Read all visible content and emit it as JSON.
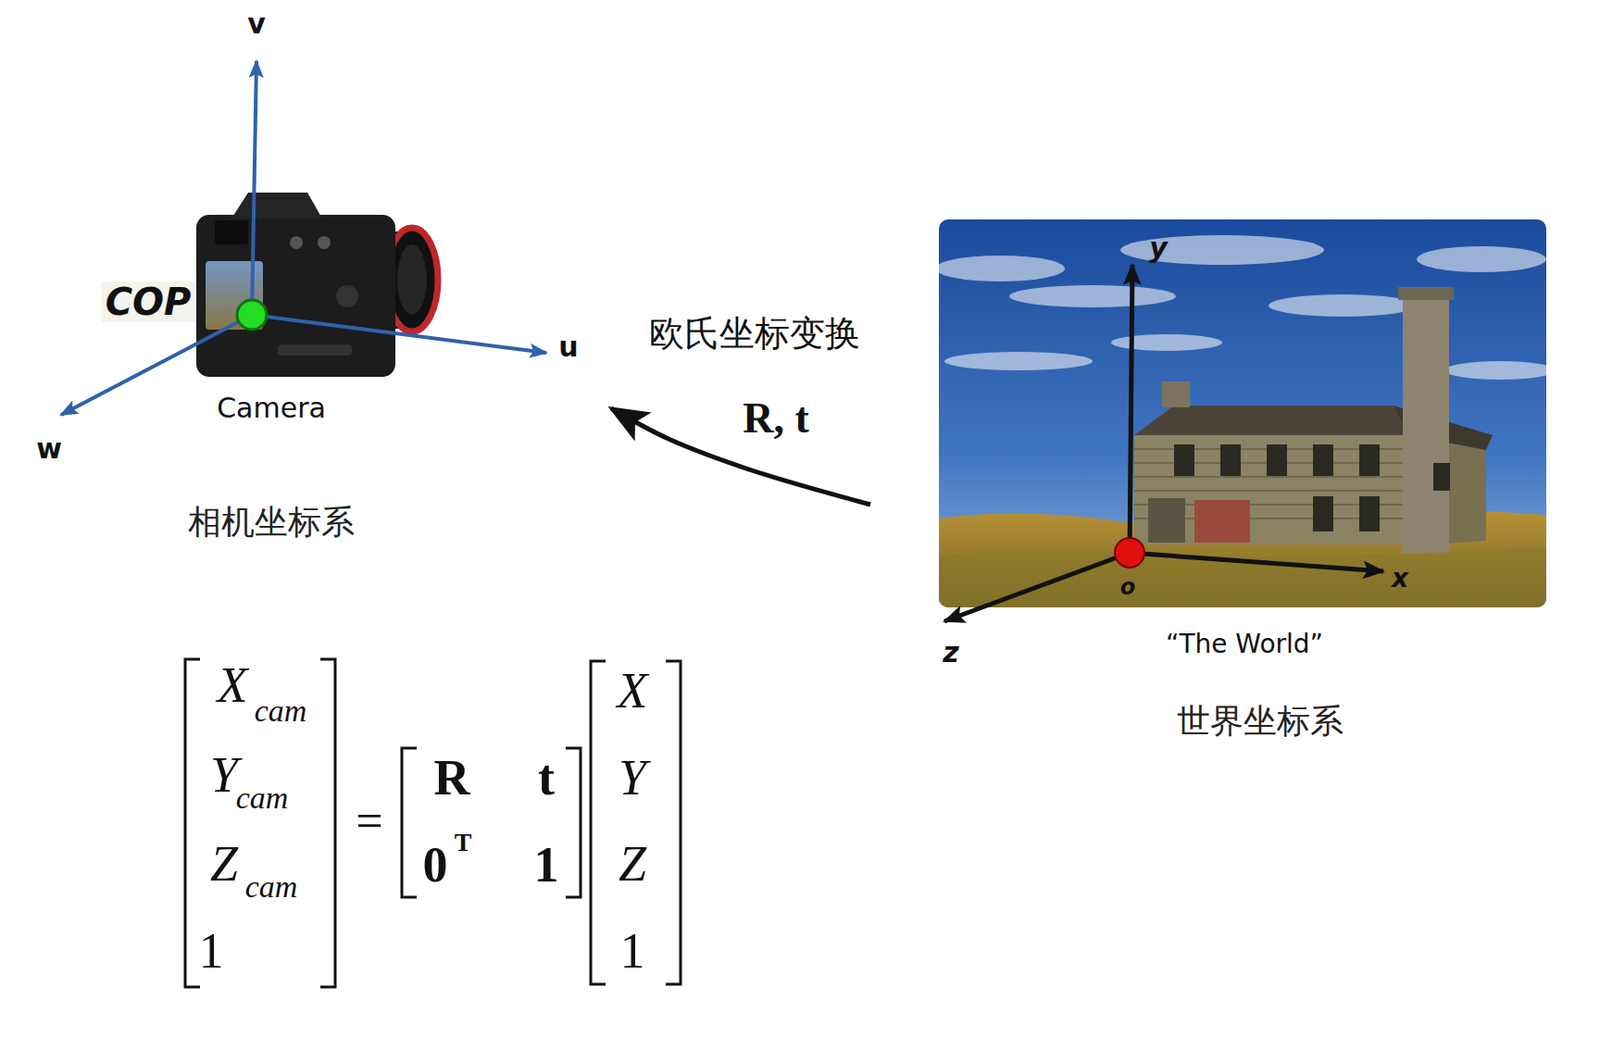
{
  "diagram": {
    "nodes": [
      {
        "text": [
          "相机坐标系"
        ]
      },
      {
        "text": [
          "世界坐标系"
        ]
      }
    ],
    "edges": [
      {
        "from": 1,
        "to": 0,
        "label": "R, t",
        "arrow": "to"
      }
    ],
    "labels": [
      "v",
      "COP",
      "u",
      "w",
      "Camera",
      "欧氏坐标变换",
      "y",
      "o",
      "x",
      "z",
      "“The World”",
      "X",
      "cam",
      "Y",
      "cam",
      "Z",
      "cam",
      "1",
      "=",
      "R",
      "t",
      "0",
      "T",
      "1",
      "X",
      "Y",
      "Z",
      "1"
    ]
  }
}
